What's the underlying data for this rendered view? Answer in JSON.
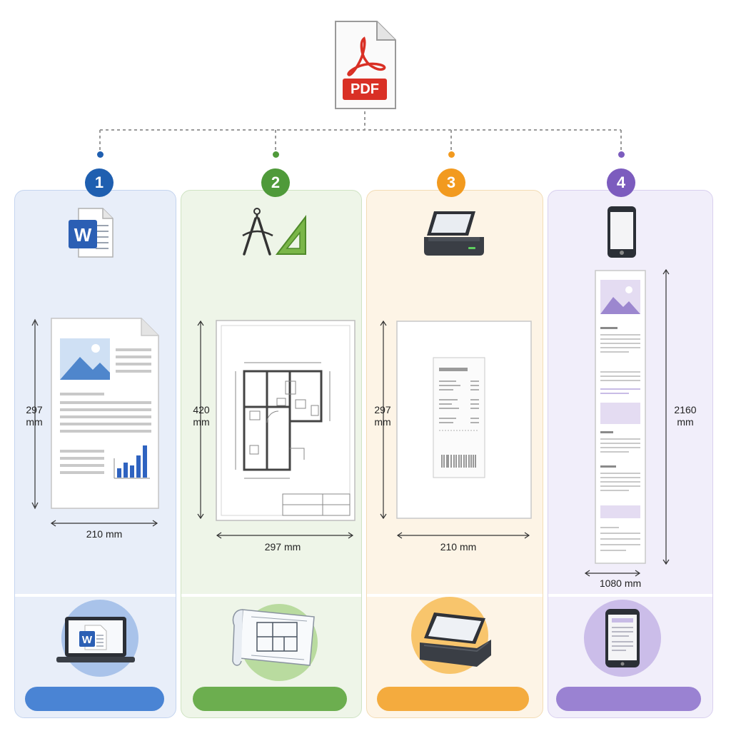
{
  "top_icon": {
    "name": "pdf-file-icon",
    "label": "PDF"
  },
  "columns": [
    {
      "number": "1",
      "accent": "#1f5fb0",
      "bg": "#e8eef9",
      "border": "#c4d4ef",
      "pill": "#4a84d4",
      "circle": "#a9c3ea",
      "height_label_1": "297",
      "height_label_2": "mm",
      "width_label": "210 mm"
    },
    {
      "number": "2",
      "accent": "#4f9a3a",
      "bg": "#eef5e8",
      "border": "#cfe3c3",
      "pill": "#6cae4f",
      "circle": "#b9db9f",
      "height_label_1": "420",
      "height_label_2": "mm",
      "width_label": "297 mm"
    },
    {
      "number": "3",
      "accent": "#f29a1f",
      "bg": "#fdf4e6",
      "border": "#f3dcb5",
      "pill": "#f4ab3e",
      "circle": "#f8c56c",
      "height_label_1": "297",
      "height_label_2": "mm",
      "width_label": "210 mm"
    },
    {
      "number": "4",
      "accent": "#7c5cbe",
      "bg": "#f1eefa",
      "border": "#d9d0ef",
      "pill": "#9a82d2",
      "circle": "#cbbde9",
      "height_label_1": "2160",
      "height_label_2": "mm",
      "width_label": "1080 mm"
    }
  ]
}
